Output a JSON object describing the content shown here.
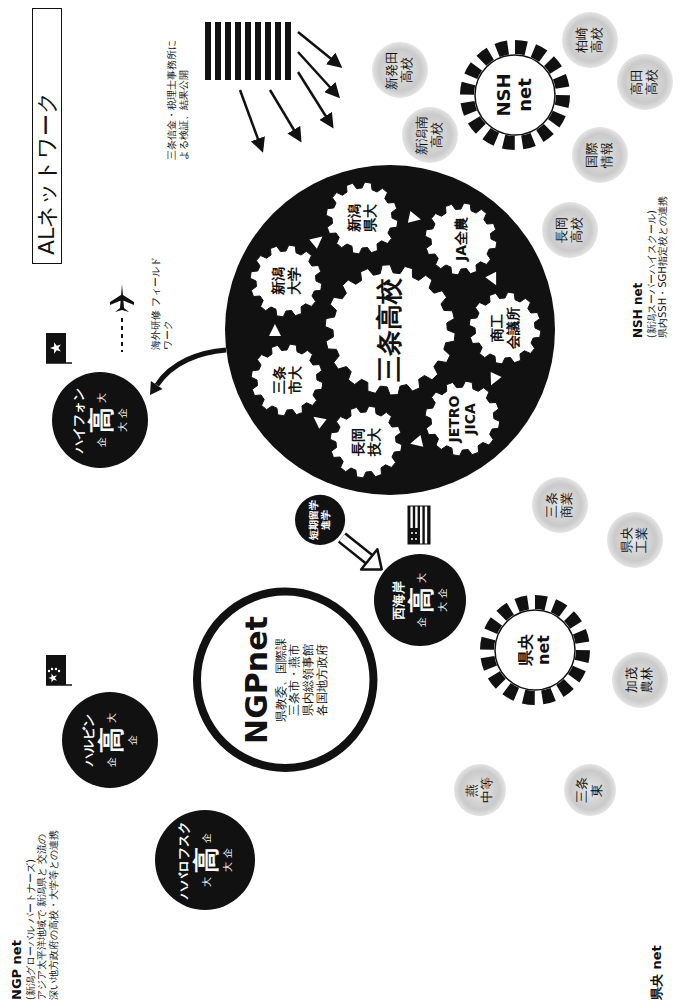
{
  "diagram": {
    "title": "ALネットワーク",
    "nodes": [
      {
        "text": [
          "三条高校"
        ]
      },
      {
        "text": [
          "新潟 大学"
        ]
      },
      {
        "text": [
          "新潟 県大"
        ]
      },
      {
        "text": [
          "JA全農"
        ]
      },
      {
        "text": [
          "商工 会議所"
        ]
      },
      {
        "text": [
          "JETRO JICA"
        ]
      },
      {
        "text": [
          "長岡 技大"
        ]
      },
      {
        "text": [
          "三条 市大"
        ]
      },
      {
        "text": [
          "短期留学 進学"
        ]
      },
      {
        "text": [
          "NSH net"
        ]
      },
      {
        "text": [
          "新発田 高校"
        ]
      },
      {
        "text": [
          "新潟南 高校"
        ]
      },
      {
        "text": [
          "柏崎 高校"
        ]
      },
      {
        "text": [
          "高田 高校"
        ]
      },
      {
        "text": [
          "国際 情報"
        ]
      },
      {
        "text": [
          "長岡 高校"
        ]
      },
      {
        "text": [
          "県央 net"
        ]
      },
      {
        "text": [
          "三条 商業"
        ]
      },
      {
        "text": [
          "県央 工業"
        ]
      },
      {
        "text": [
          "加茂 農林"
        ]
      },
      {
        "text": [
          "三条 東"
        ]
      },
      {
        "text": [
          "燕 中等"
        ]
      },
      {
        "text": [
          "NGPnet",
          "県教委、国際課",
          "三条市・燕市",
          "県内総領事館",
          "各国地方政府"
        ]
      },
      {
        "text": [
          "ハイフォン",
          "高",
          "企",
          "大",
          "大",
          "企"
        ]
      },
      {
        "text": [
          "ハルビン",
          "高",
          "企",
          "大",
          "企"
        ]
      },
      {
        "text": [
          "ハバロフスク",
          "高",
          "大",
          "企",
          "大",
          "企"
        ]
      },
      {
        "text": [
          "西海岸",
          "高",
          "企",
          "大",
          "大",
          "企"
        ]
      }
    ],
    "edges": [
      {
        "from": 8,
        "to": 26,
        "arrow": "to"
      }
    ],
    "labels": [
      "NGP net",
      "(新潟グローバル パートナーズ)",
      "アジア太平洋地域で 新潟県と 交流の深い地方政府の高校・大学等との連携",
      "NSH net",
      "(新潟スーパーハイスクール)",
      "県内SSH・SGH指定校との連携",
      "県央 net",
      "三条信金・税理士事務所による検証、結果公開",
      "海外研修 フィールドワーク"
    ]
  }
}
